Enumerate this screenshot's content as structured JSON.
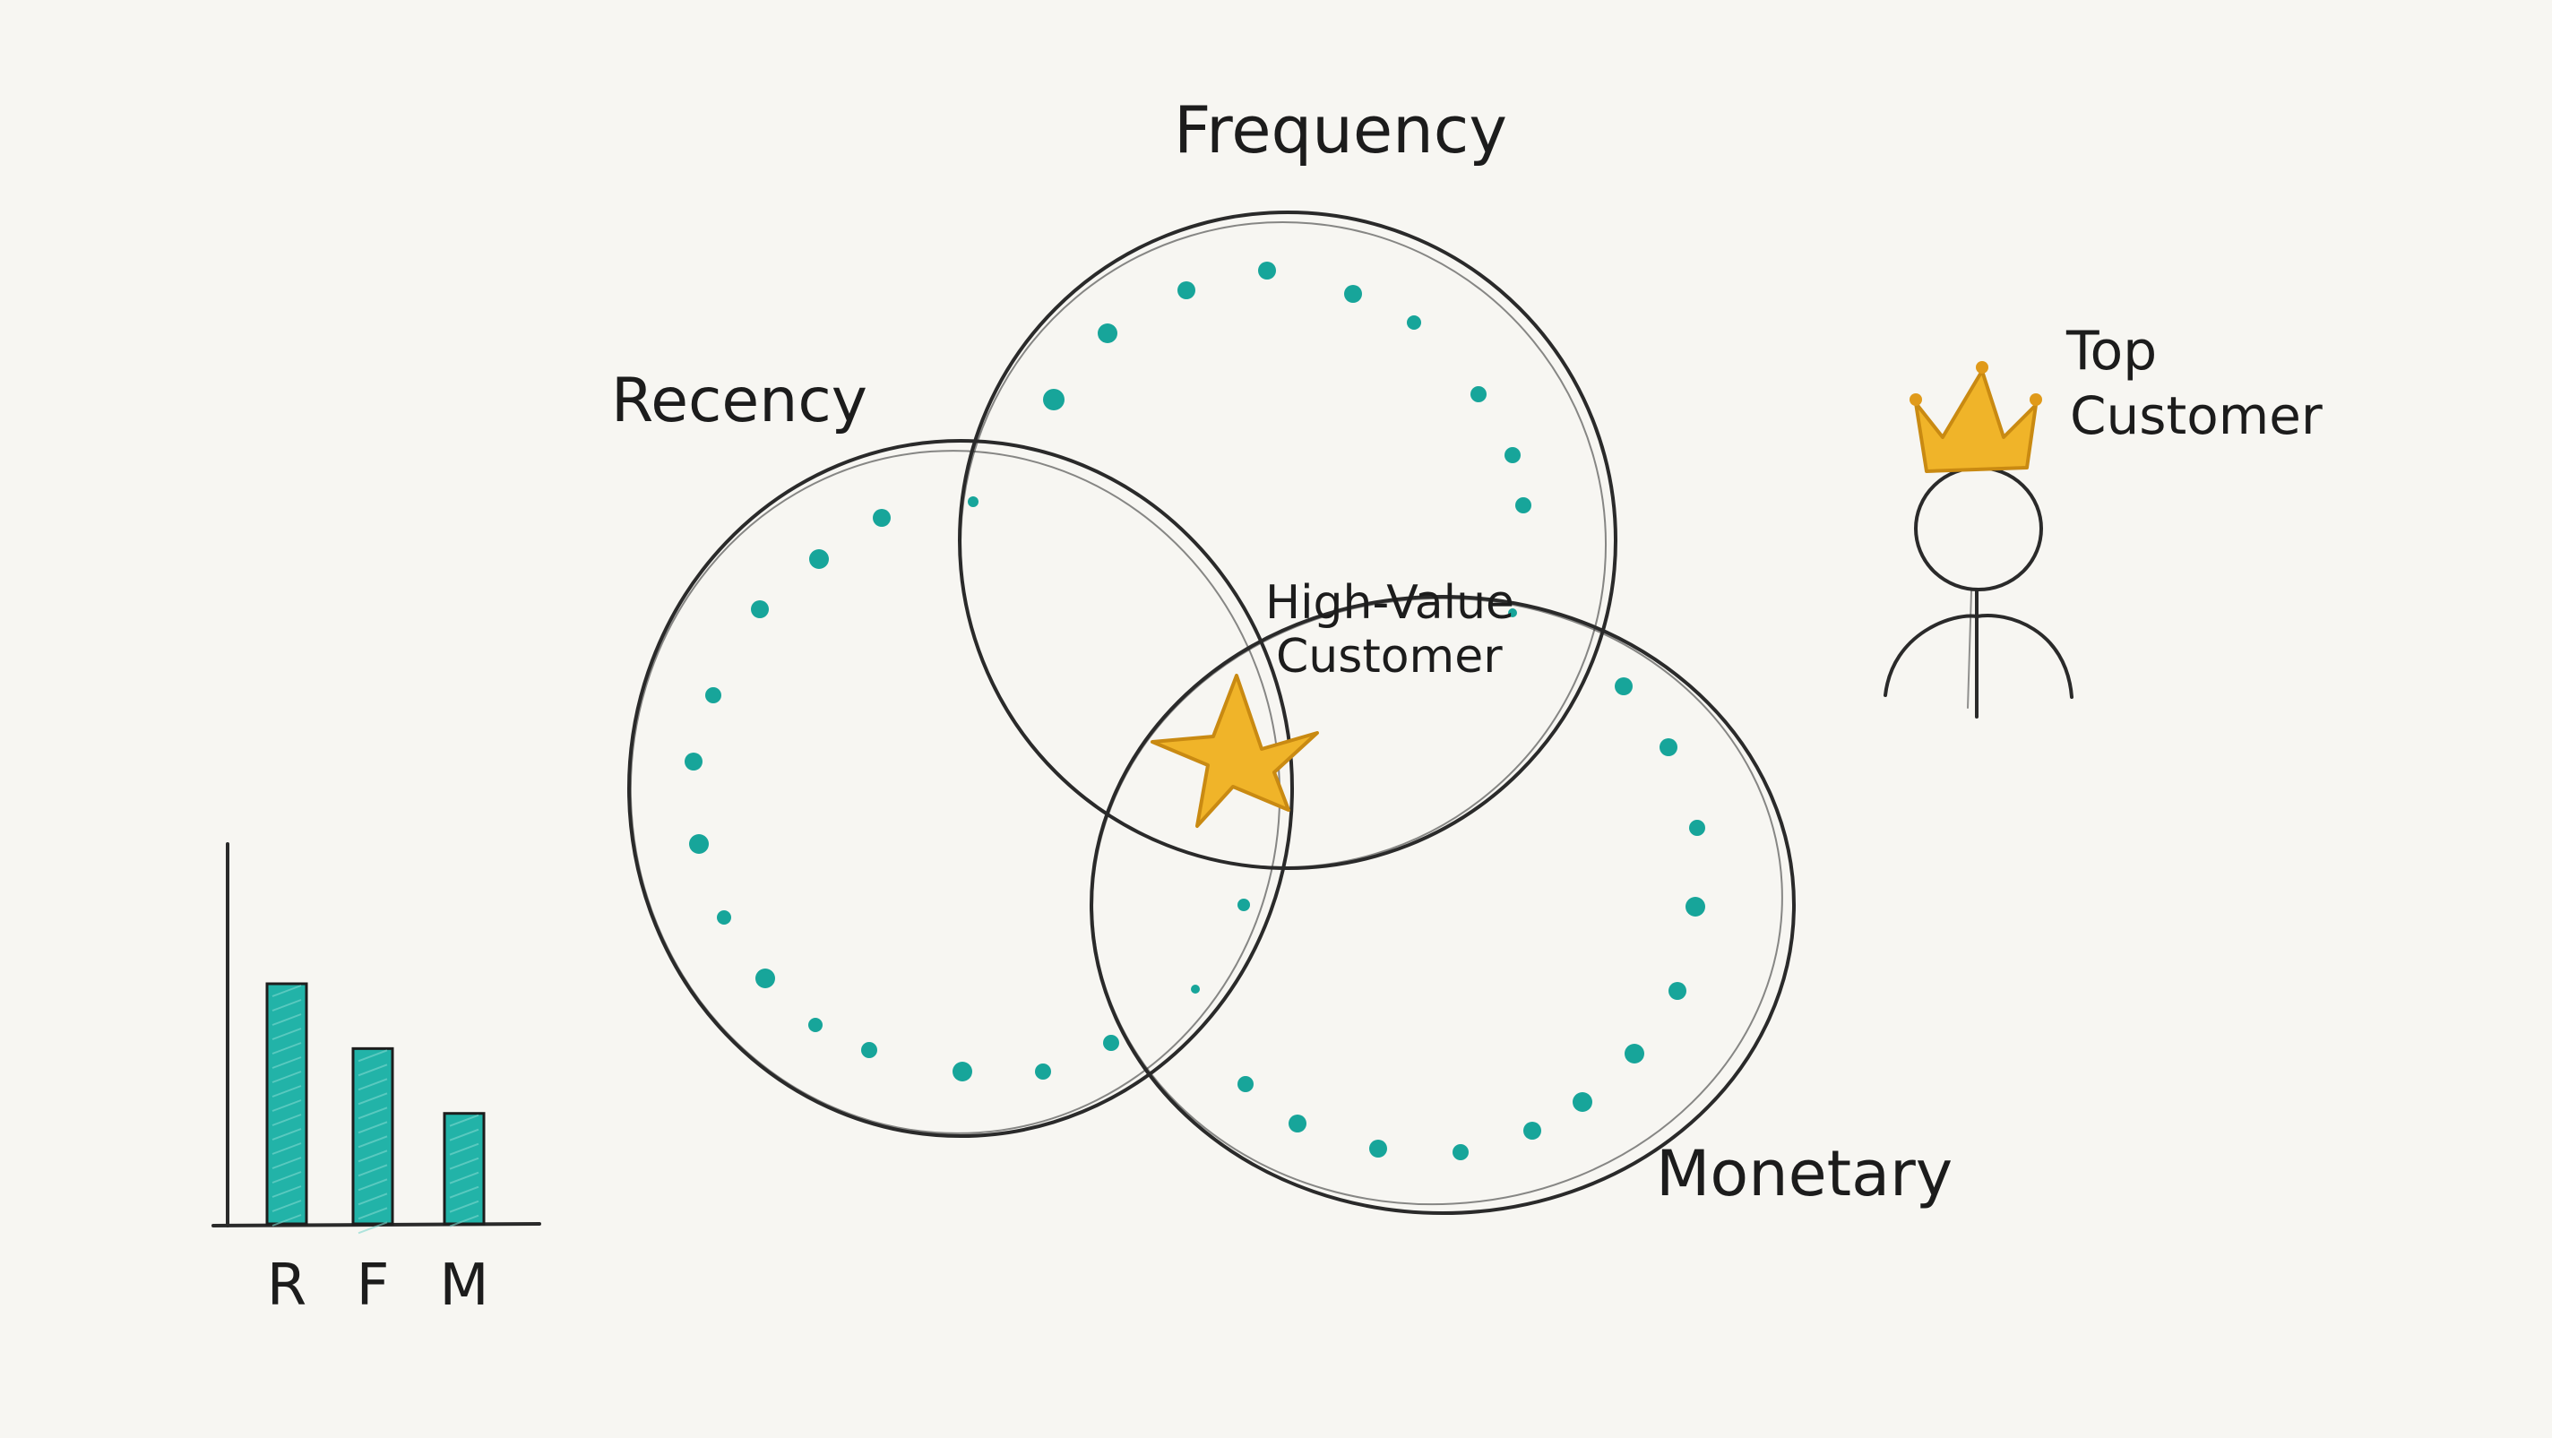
{
  "venn": {
    "recency_label": "Recency",
    "frequency_label": "Frequency",
    "monetary_label": "Monetary",
    "center_label_line1": "High-Value",
    "center_label_line2": "Customer"
  },
  "figure": {
    "label_line1": "Top",
    "label_line2": "Customer"
  },
  "chart_data": {
    "type": "bar",
    "categories": [
      "R",
      "F",
      "M"
    ],
    "values": [
      1.0,
      0.73,
      0.46
    ],
    "title": "",
    "xlabel": "",
    "ylabel": "",
    "ylim": [
      0,
      1.0
    ]
  },
  "colors": {
    "background": "#f7f6f2",
    "ink": "#1c1c1c",
    "teal": "#17a59a",
    "gold": "#f0b429"
  },
  "icons": [
    "star-icon",
    "crown-icon",
    "person-icon"
  ]
}
